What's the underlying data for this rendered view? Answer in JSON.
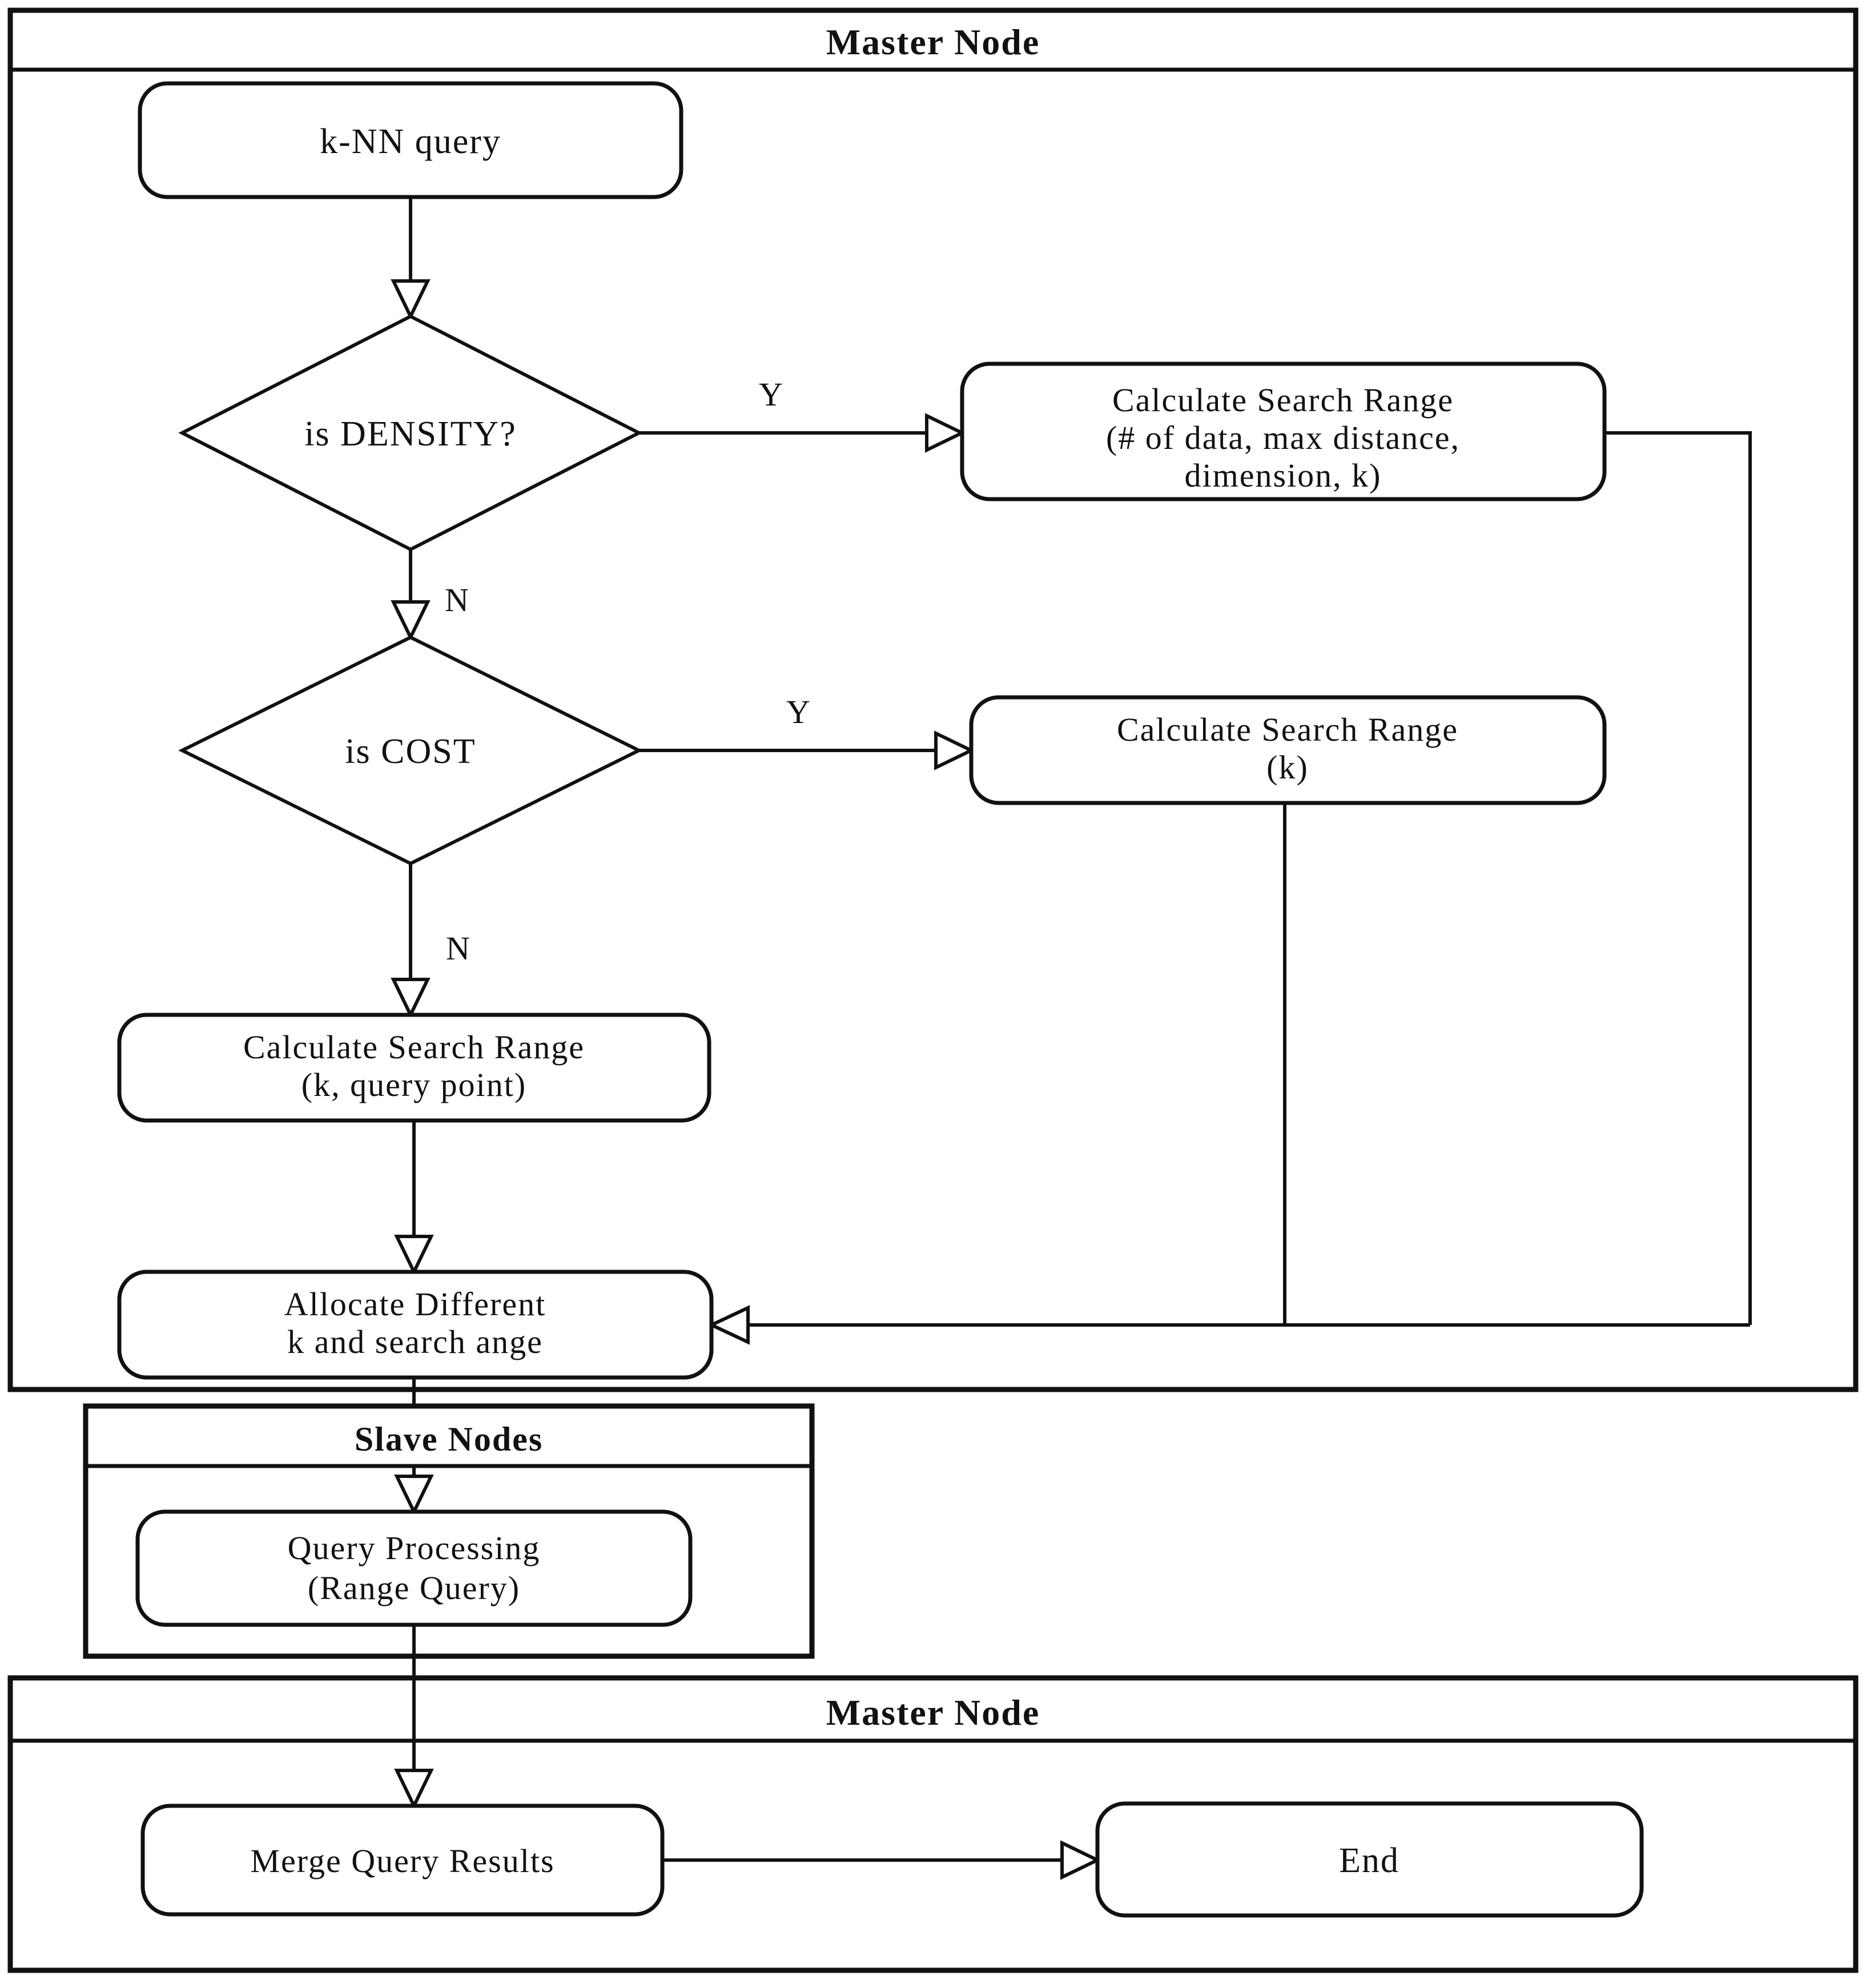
{
  "diagram": {
    "title": "k-NN distributed query processing flowchart",
    "colors": {
      "line": "#111111",
      "background": "#ffffff"
    },
    "containers": {
      "master_top": {
        "title": "Master Node"
      },
      "slave": {
        "title": "Slave Nodes"
      },
      "master_bottom": {
        "title": "Master Node"
      }
    },
    "nodes": {
      "knn": {
        "label": "k-NN query"
      },
      "is_density": {
        "label": "is DENSITY?"
      },
      "calc_density": {
        "lines": [
          "Calculate Search Range",
          "(# of data, max distance,",
          "dimension, k)"
        ]
      },
      "is_cost": {
        "label": "is COST"
      },
      "calc_cost": {
        "lines": [
          "Calculate Search Range",
          "(k)"
        ]
      },
      "calc_default": {
        "lines": [
          "Calculate Search Range",
          "(k, query point)"
        ]
      },
      "allocate": {
        "lines": [
          "Allocate Different",
          "k and search ange"
        ]
      },
      "query_processing": {
        "lines": [
          "Query Processing",
          "(Range Query)"
        ]
      },
      "merge": {
        "label": "Merge Query Results"
      },
      "end": {
        "label": "End"
      }
    },
    "edge_labels": {
      "density_yes": "Y",
      "density_no": "N",
      "cost_yes": "Y",
      "cost_no": "N"
    }
  }
}
